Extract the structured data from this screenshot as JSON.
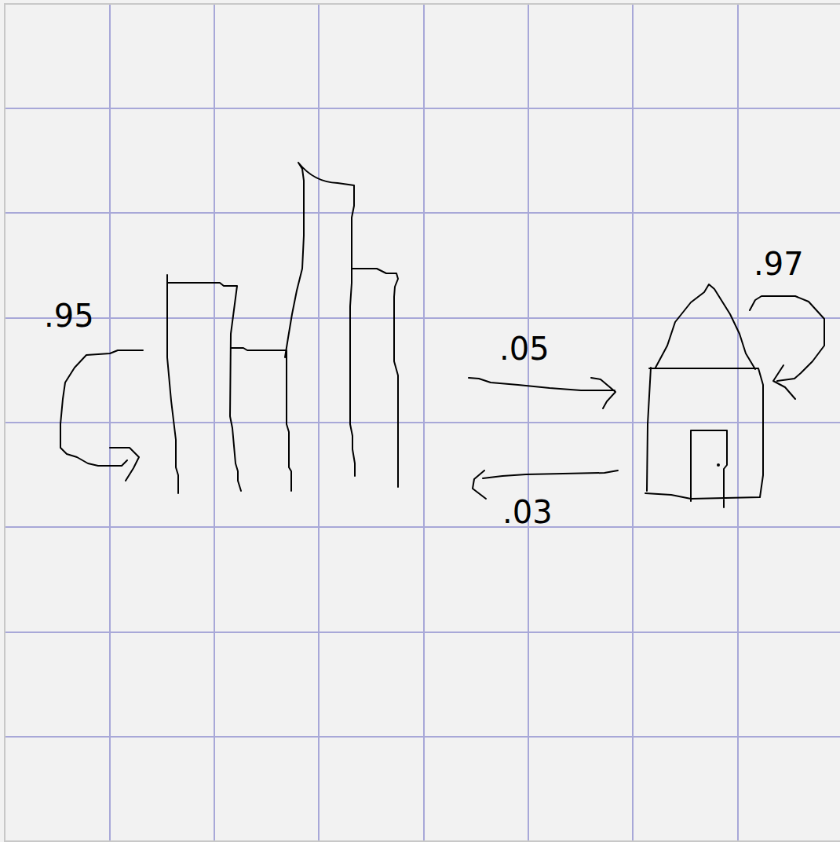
{
  "diagram": {
    "labels": [
      ".95",
      ".05",
      ".03",
      ".97"
    ]
  }
}
